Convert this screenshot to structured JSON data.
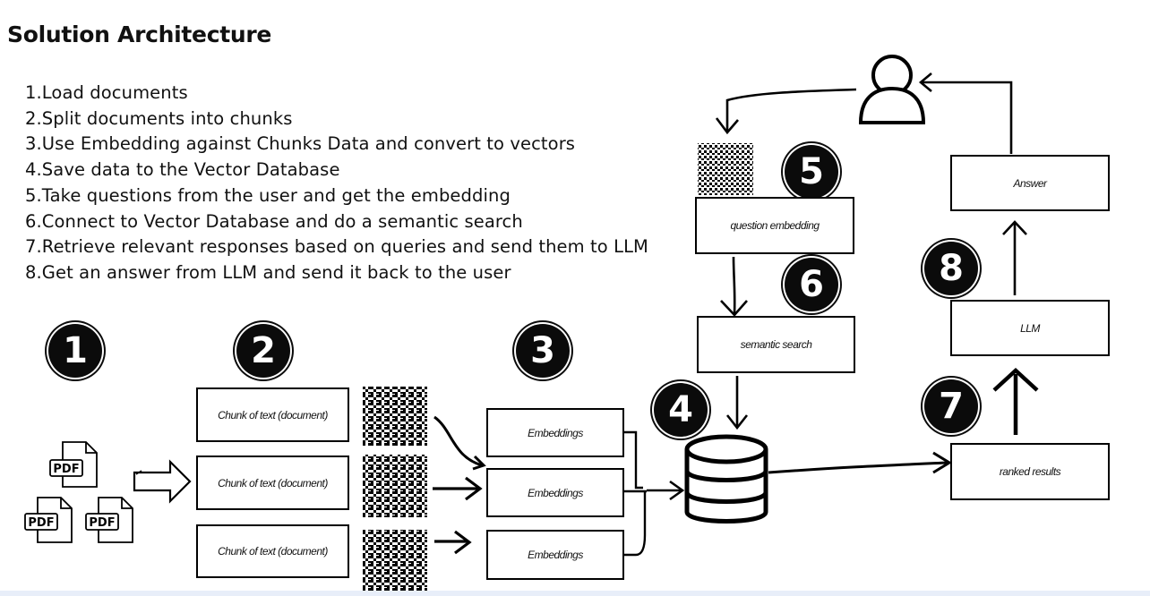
{
  "title": "Solution Architecture",
  "steps": [
    "1.Load documents",
    "2.Split documents into chunks",
    "3.Use Embedding against Chunks Data and convert to vectors",
    "4.Save data to the Vector Database",
    "5.Take questions from the user and get the embedding",
    "6.Connect to Vector Database and do a semantic search",
    "7.Retrieve relevant responses based on queries and send them to LLM",
    "8.Get an answer from LLM and send it back to the user"
  ],
  "badges": [
    "1",
    "2",
    "3",
    "4",
    "5",
    "6",
    "7",
    "8"
  ],
  "chunks": [
    "Chunk of text (document)",
    "Chunk of text (document)",
    "Chunk of text (document)"
  ],
  "embeddings": [
    "Embeddings",
    "Embeddings",
    "Embeddings"
  ],
  "question_embedding": "question embedding",
  "semantic_search": "semantic search",
  "ranked_results": "ranked results",
  "llm": "LLM",
  "answer": "Answer",
  "pdf_label": "PDF",
  "icons": [
    "pdf-file-icon",
    "arrow-right-icon",
    "vector-pattern-icon",
    "database-icon",
    "user-icon"
  ],
  "colors": {
    "ink": "#000000",
    "background": "#ffffff"
  }
}
